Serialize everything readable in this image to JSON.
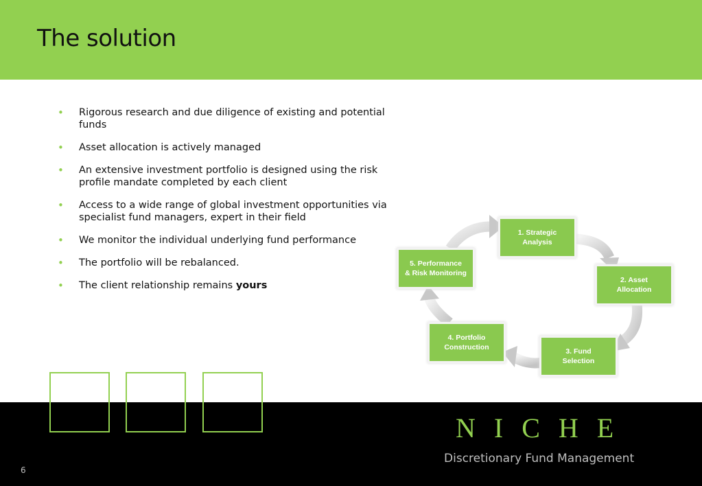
{
  "slide": {
    "title": "The solution",
    "page_number": "6"
  },
  "bullets": [
    {
      "text": "Rigorous research and due diligence of existing and potential funds"
    },
    {
      "text": "Asset allocation is actively managed"
    },
    {
      "text": "An extensive investment portfolio is designed using the risk profile mandate completed by each client"
    },
    {
      "text": "Access to a wide range of global investment opportunities via specialist fund managers, expert in their field"
    },
    {
      "text": "We monitor the individual underlying fund performance"
    },
    {
      "text": "The portfolio will be rebalanced."
    },
    {
      "text": "The client relationship remains ",
      "bold": "yours"
    }
  ],
  "cycle": {
    "steps": [
      "1. Strategic\nAnalysis",
      "2. Asset\nAllocation",
      "3. Fund\nSelection",
      "4. Portfolio\nConstruction",
      "5. Performance\n& Risk Monitoring"
    ]
  },
  "footer": {
    "brand": "NICHE",
    "tagline": "Discretionary Fund Management"
  },
  "colors": {
    "accent_green": "#92d050",
    "box_green": "#8ac94f",
    "footer_bg": "#000000"
  }
}
